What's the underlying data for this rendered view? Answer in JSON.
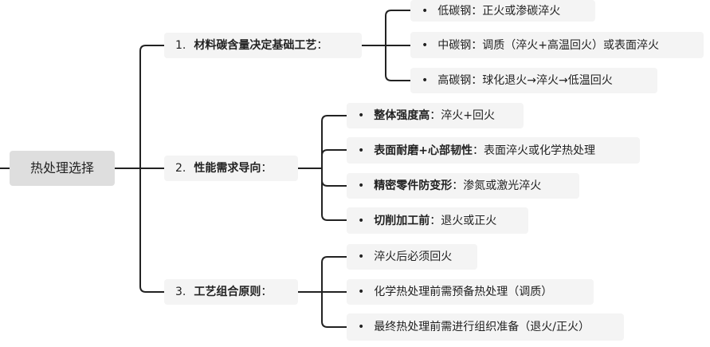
{
  "root": {
    "label": "热处理选择"
  },
  "branches": [
    {
      "number": "1.",
      "title": "材料碳含量决定基础工艺",
      "sep": "：",
      "children": [
        {
          "bullet": "•",
          "bold": "",
          "text": "低碳钢：正火或渗碳淬火"
        },
        {
          "bullet": "•",
          "bold": "",
          "text": "中碳钢：调质（淬火+高温回火）或表面淬火"
        },
        {
          "bullet": "•",
          "bold": "",
          "text": "高碳钢：球化退火→淬火→低温回火"
        }
      ]
    },
    {
      "number": "2.",
      "title": "性能需求导向",
      "sep": "：",
      "children": [
        {
          "bullet": "•",
          "bold": "整体强度高",
          "text": "：淬火+回火"
        },
        {
          "bullet": "•",
          "bold": "表面耐磨+心部韧性",
          "text": "：表面淬火或化学热处理"
        },
        {
          "bullet": "•",
          "bold": "精密零件防变形",
          "text": "：渗氮或激光淬火"
        },
        {
          "bullet": "•",
          "bold": "切削加工前",
          "text": "：退火或正火"
        }
      ]
    },
    {
      "number": "3.",
      "title": "工艺组合原则",
      "sep": "：",
      "children": [
        {
          "bullet": "•",
          "bold": "",
          "text": "淬火后必须回火"
        },
        {
          "bullet": "•",
          "bold": "",
          "text": "化学热处理前需预备热处理（调质）"
        },
        {
          "bullet": "•",
          "bold": "",
          "text": "最终热处理前需进行组织准备（退火/正火）"
        }
      ]
    }
  ]
}
